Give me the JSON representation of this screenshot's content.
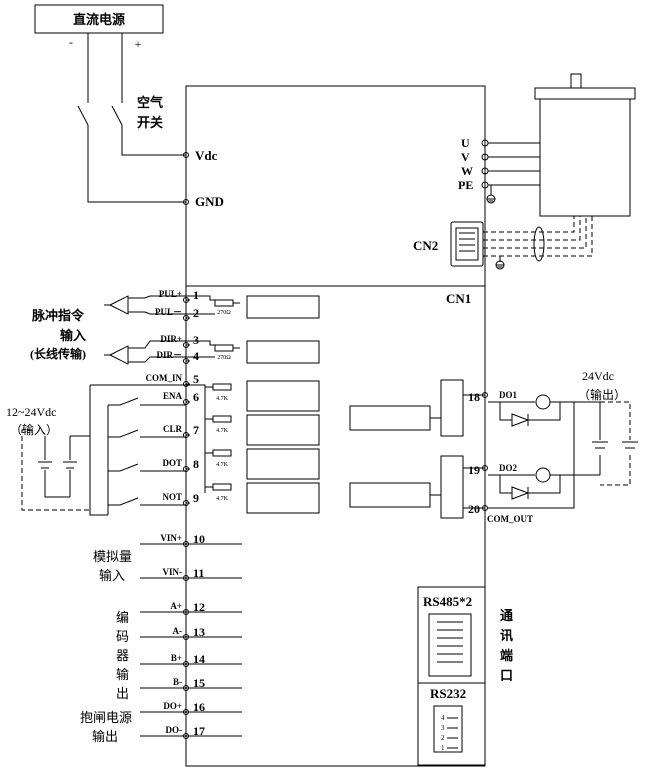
{
  "power": {
    "title": "直流电源",
    "minus": "-",
    "plus": "+"
  },
  "breaker": {
    "line1": "空气",
    "line2": "开关"
  },
  "drive": {
    "vdc": "Vdc",
    "gnd": "GND",
    "cn1": "CN1",
    "cn2": "CN2"
  },
  "motor": {
    "u": "U",
    "v": "V",
    "w": "W",
    "pe": "PE"
  },
  "pulse_label": {
    "line1": "脉冲指令",
    "line2": "输入",
    "line3": "(长线传输)"
  },
  "input_voltage": {
    "line1": "12~24Vdc",
    "line2": "（输入）"
  },
  "output_voltage": {
    "line1": "24Vdc",
    "line2": "（输出）"
  },
  "analog_label": {
    "line1": "模拟量",
    "line2": "输入"
  },
  "encoder_label": {
    "c1": "编",
    "c2": "码",
    "c3": "器",
    "c4": "输",
    "c5": "出"
  },
  "brake_label": {
    "line1": "抱闸电源",
    "line2": "输出"
  },
  "comm_label": {
    "c1": "通",
    "c2": "讯",
    "c3": "端",
    "c4": "口"
  },
  "rs485": {
    "title": "RS485*2"
  },
  "rs232": {
    "title": "RS232",
    "p4": "4",
    "p3": "3",
    "p2": "2",
    "p1": "1"
  },
  "resistors": {
    "r270a": "270Ω",
    "r270b": "270Ω",
    "r47a": "4.7K",
    "r47b": "4.7K",
    "r47c": "4.7K",
    "r47d": "4.7K"
  },
  "do_labels": {
    "do1": "DO1",
    "do2": "DO2",
    "com_out": "COM_OUT"
  },
  "pins": [
    {
      "num": "1",
      "sig": "PUL+"
    },
    {
      "num": "2",
      "sig": "PUL－"
    },
    {
      "num": "3",
      "sig": "DIR+"
    },
    {
      "num": "4",
      "sig": "DIR－"
    },
    {
      "num": "5",
      "sig": "COM_IN"
    },
    {
      "num": "6",
      "sig": "ENA"
    },
    {
      "num": "7",
      "sig": "CLR"
    },
    {
      "num": "8",
      "sig": "DOT"
    },
    {
      "num": "9",
      "sig": "NOT"
    },
    {
      "num": "10",
      "sig": "VIN+"
    },
    {
      "num": "11",
      "sig": "VIN-"
    },
    {
      "num": "12",
      "sig": "A+"
    },
    {
      "num": "13",
      "sig": "A-"
    },
    {
      "num": "14",
      "sig": "B+"
    },
    {
      "num": "15",
      "sig": "B-"
    },
    {
      "num": "16",
      "sig": "DO+"
    },
    {
      "num": "17",
      "sig": "DO-"
    },
    {
      "num": "18",
      "sig": ""
    },
    {
      "num": "19",
      "sig": ""
    },
    {
      "num": "20",
      "sig": ""
    }
  ]
}
